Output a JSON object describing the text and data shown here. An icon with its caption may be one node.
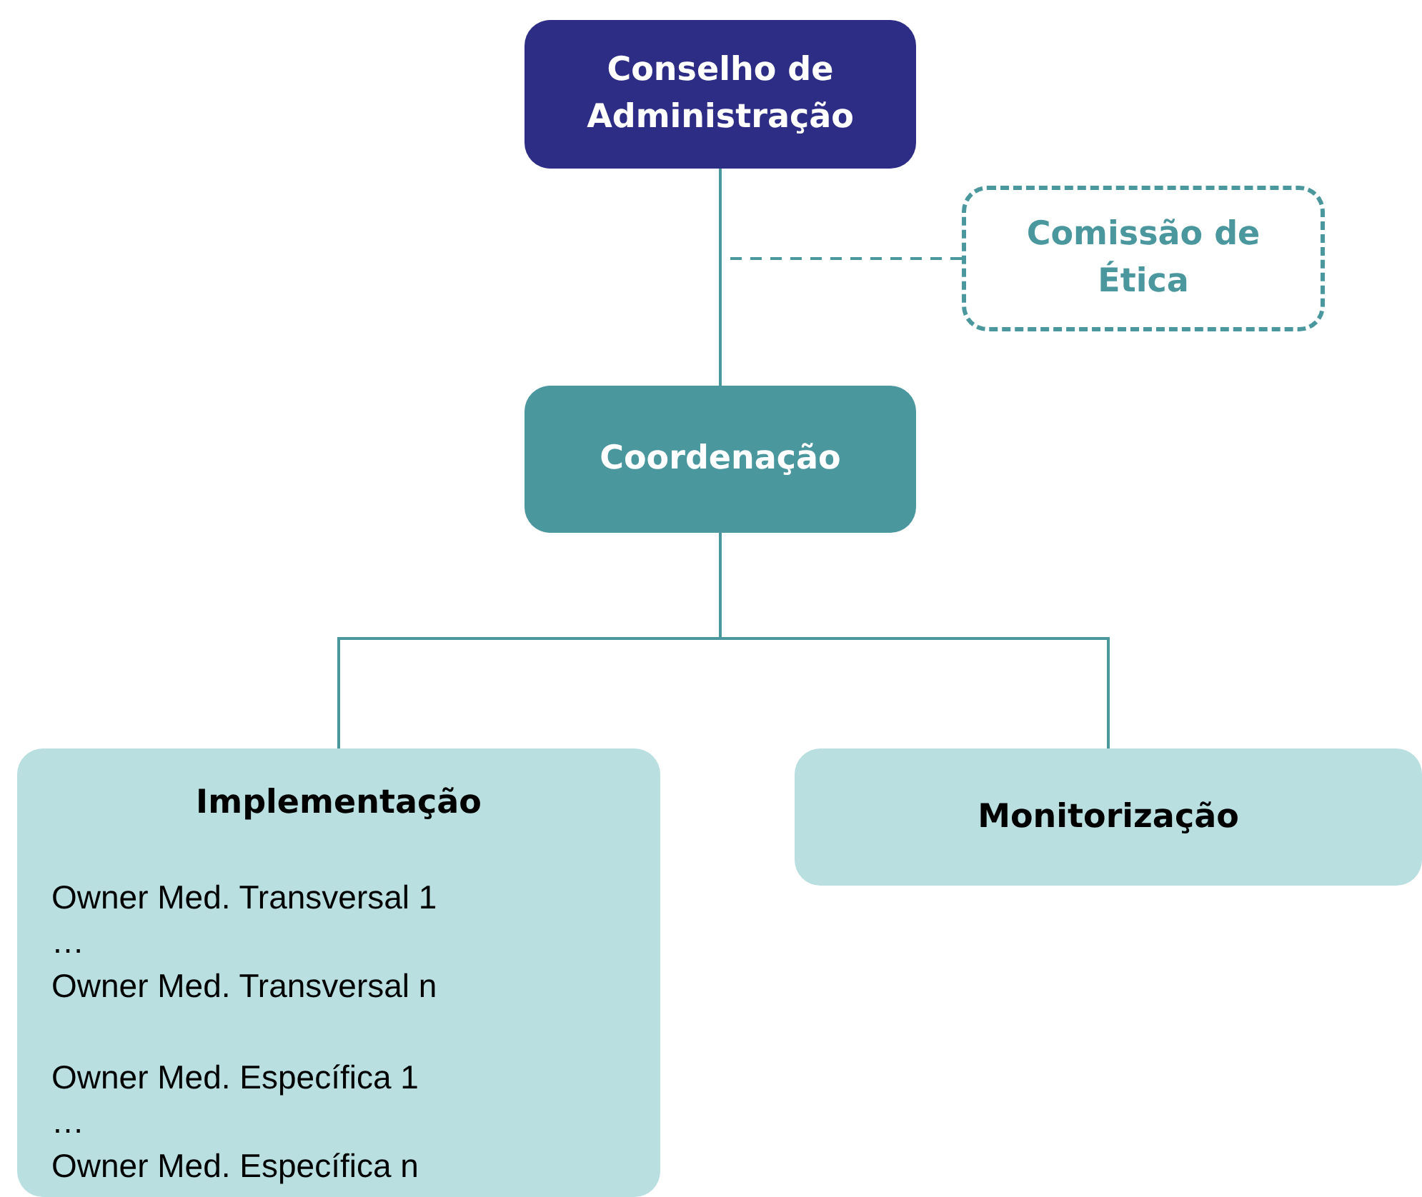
{
  "diagram": {
    "nodes": [
      {
        "text": [
          "Conselho de Administração"
        ]
      },
      {
        "text": [
          "Comissão de Ética"
        ]
      },
      {
        "text": [
          "Coordenação"
        ]
      },
      {
        "text": [
          "Implementação",
          "Owner Med. Transversal 1",
          "…",
          "Owner Med. Transversal n",
          "Owner Med. Específica 1",
          "…",
          "Owner Med. Específica n"
        ]
      },
      {
        "text": [
          "Monitorização"
        ]
      }
    ],
    "edges": [
      {
        "from": 0,
        "to": 2,
        "arrow": "none"
      },
      {
        "from": 1,
        "to": 2,
        "arrow": "none",
        "style": "dashed"
      },
      {
        "from": 2,
        "to": 3,
        "arrow": "none"
      },
      {
        "from": 2,
        "to": 4,
        "arrow": "none"
      }
    ]
  }
}
